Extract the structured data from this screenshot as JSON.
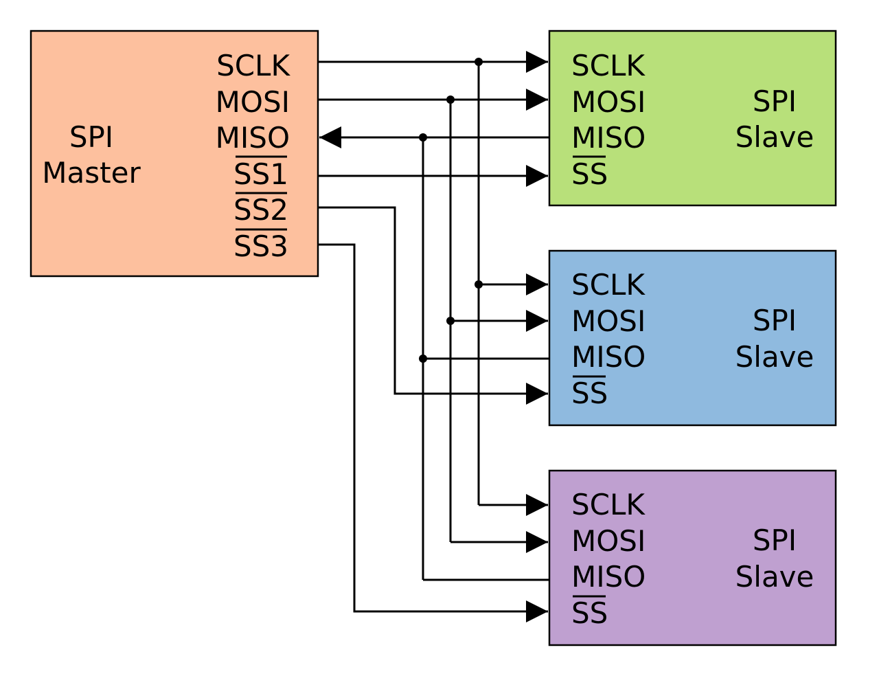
{
  "colors": {
    "master_fill": "#fdc09e",
    "slave1_fill": "#b8e07a",
    "slave2_fill": "#8fbadf",
    "slave3_fill": "#bfa0d0",
    "line": "#000000"
  },
  "master": {
    "title_line1": "SPI",
    "title_line2": "Master",
    "pins": {
      "sclk": "SCLK",
      "mosi": "MOSI",
      "miso": "MISO",
      "ss1": "SS1",
      "ss2": "SS2",
      "ss3": "SS3"
    }
  },
  "slaves": [
    {
      "title_line1": "SPI",
      "title_line2": "Slave",
      "pins": {
        "sclk": "SCLK",
        "mosi": "MOSI",
        "miso": "MISO",
        "ss": "SS"
      }
    },
    {
      "title_line1": "SPI",
      "title_line2": "Slave",
      "pins": {
        "sclk": "SCLK",
        "mosi": "MOSI",
        "miso": "MISO",
        "ss": "SS"
      }
    },
    {
      "title_line1": "SPI",
      "title_line2": "Slave",
      "pins": {
        "sclk": "SCLK",
        "mosi": "MOSI",
        "miso": "MISO",
        "ss": "SS"
      }
    }
  ]
}
